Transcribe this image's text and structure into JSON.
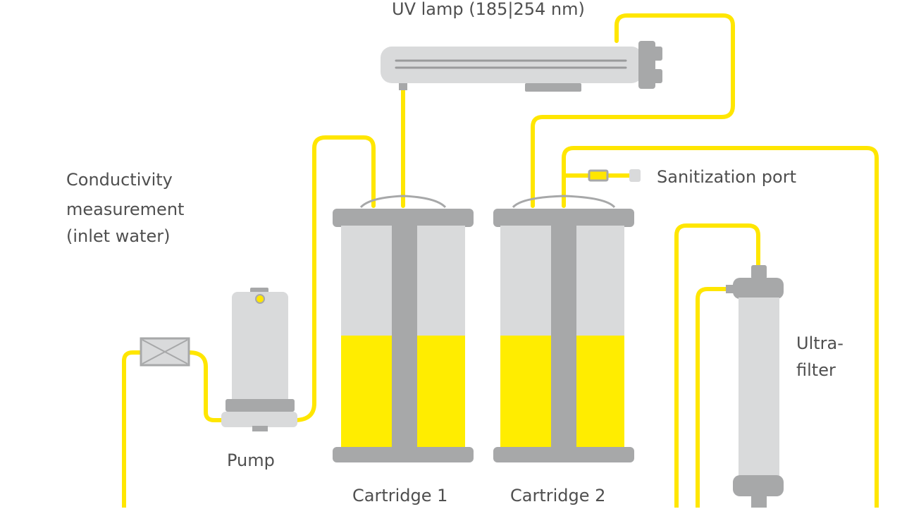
{
  "labels": {
    "uv_lamp": "UV lamp (185|254 nm)",
    "conductivity": "Conductivity",
    "measurement": "measurement",
    "inlet_water": "(inlet water)",
    "pump": "Pump",
    "cartridge_1": "Cartridge 1",
    "cartridge_2": "Cartridge 2",
    "sanitization_port": "Sanitization port",
    "ultra": "Ultra-",
    "filter": "filter"
  },
  "colors": {
    "tubing": "#FFE600",
    "resin_fill": "#FFED00",
    "housing_light": "#D9DADB",
    "housing_dark": "#A7A8A9",
    "text": "#4F4F4F"
  }
}
